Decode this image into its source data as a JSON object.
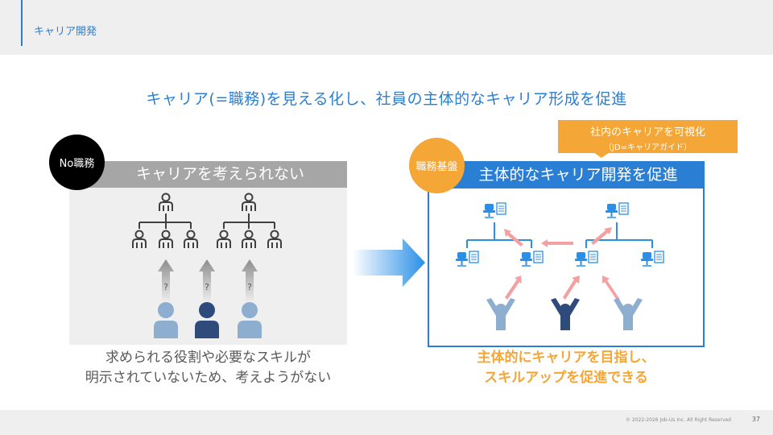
{
  "header": {
    "title": "キャリア開発"
  },
  "headline": "キャリア(=職務)を見える化し、社員の主体的なキャリア形成を促進",
  "left": {
    "badge": "No職務",
    "banner": "キャリアを考えられない",
    "question_mark": "?",
    "caption_line1": "求められる役割や必要なスキルが",
    "caption_line2": "明示されていないため、考えようがない"
  },
  "right": {
    "callout_line1": "社内のキャリアを可視化",
    "callout_line2": "（JD=キャリアガイド）",
    "badge": "職務基盤",
    "banner": "主体的なキャリア開発を促進",
    "caption_line1": "主体的にキャリアを目指し、",
    "caption_line2": "スキルアップを促進できる"
  },
  "footer": {
    "copyright": "© 2022-2026 Job-Us Inc. All Right Reserved",
    "page_number": "37"
  },
  "colors": {
    "accent_blue": "#2a7fd4",
    "orange": "#f4a636",
    "gray_banner": "#a6a6a6",
    "person_light": "#8eaed0",
    "person_dark": "#2f4b7c",
    "arrow_pink": "#f4a0a0"
  }
}
